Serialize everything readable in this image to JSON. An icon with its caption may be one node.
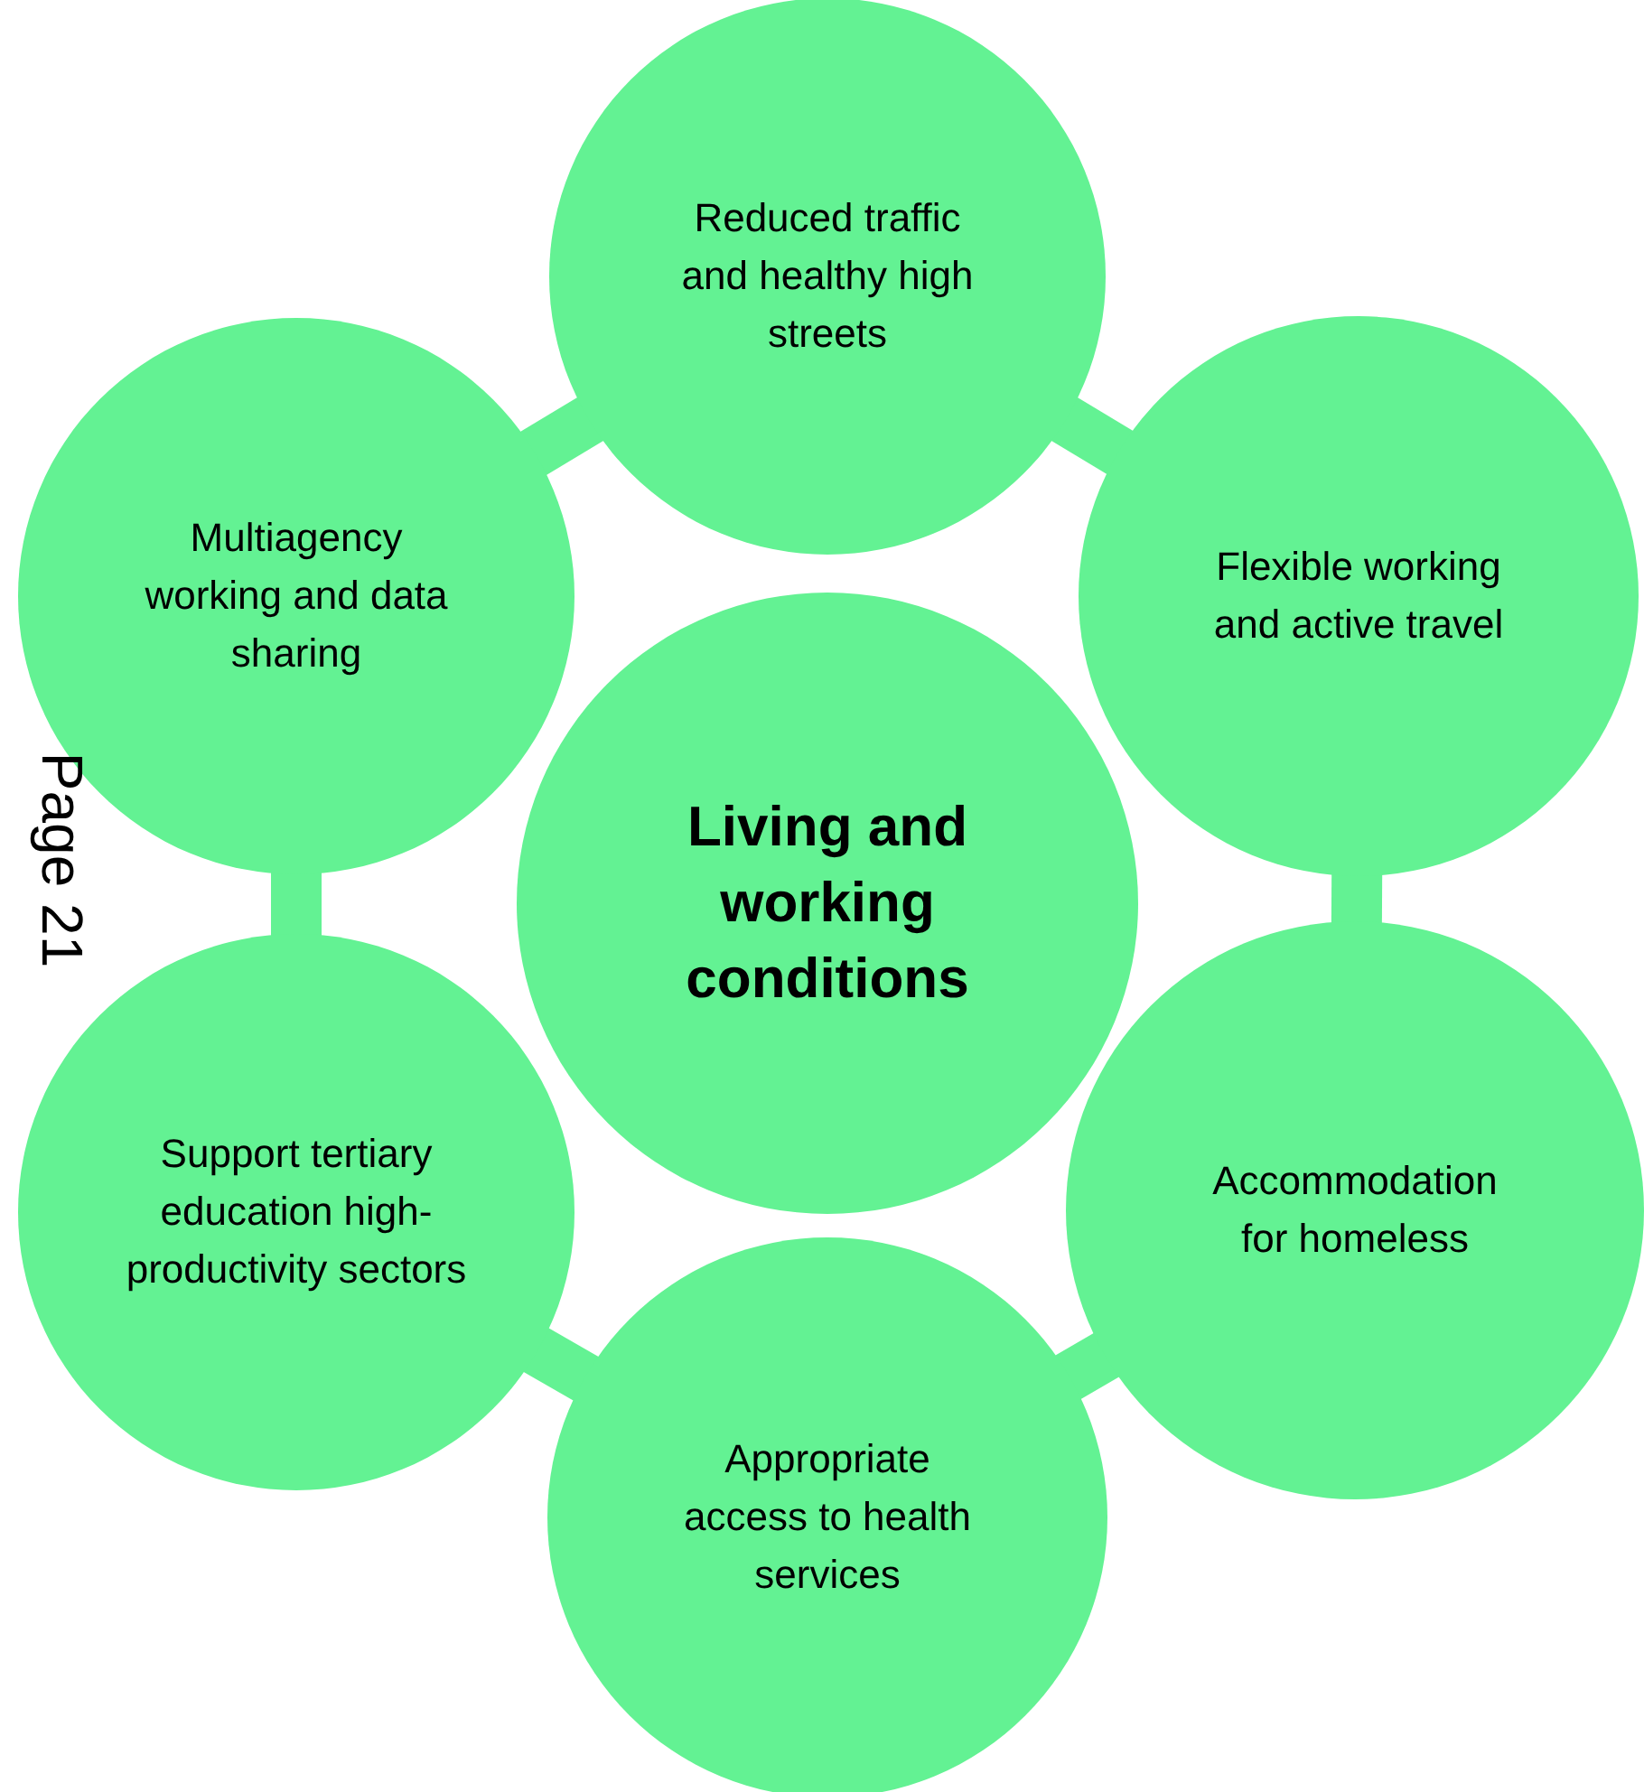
{
  "diagram": {
    "nodes": [
      {
        "text": [
          "Living and working conditions"
        ]
      },
      {
        "text": [
          "Reduced traffic and healthy high streets"
        ]
      },
      {
        "text": [
          "Flexible working and active travel"
        ]
      },
      {
        "text": [
          "Accommodation for homeless"
        ]
      },
      {
        "text": [
          "Appropriate access to health services"
        ]
      },
      {
        "text": [
          "Support tertiary education high-productivity sectors"
        ]
      },
      {
        "text": [
          "Multiagency working and data sharing"
        ]
      }
    ],
    "edges": [
      {
        "from": 1,
        "to": 2,
        "arrow": "none"
      },
      {
        "from": 2,
        "to": 3,
        "arrow": "none"
      },
      {
        "from": 3,
        "to": 4,
        "arrow": "none"
      },
      {
        "from": 4,
        "to": 5,
        "arrow": "none"
      },
      {
        "from": 5,
        "to": 6,
        "arrow": "none"
      },
      {
        "from": 6,
        "to": 1,
        "arrow": "none"
      }
    ],
    "labels": [
      "Page 21"
    ]
  }
}
